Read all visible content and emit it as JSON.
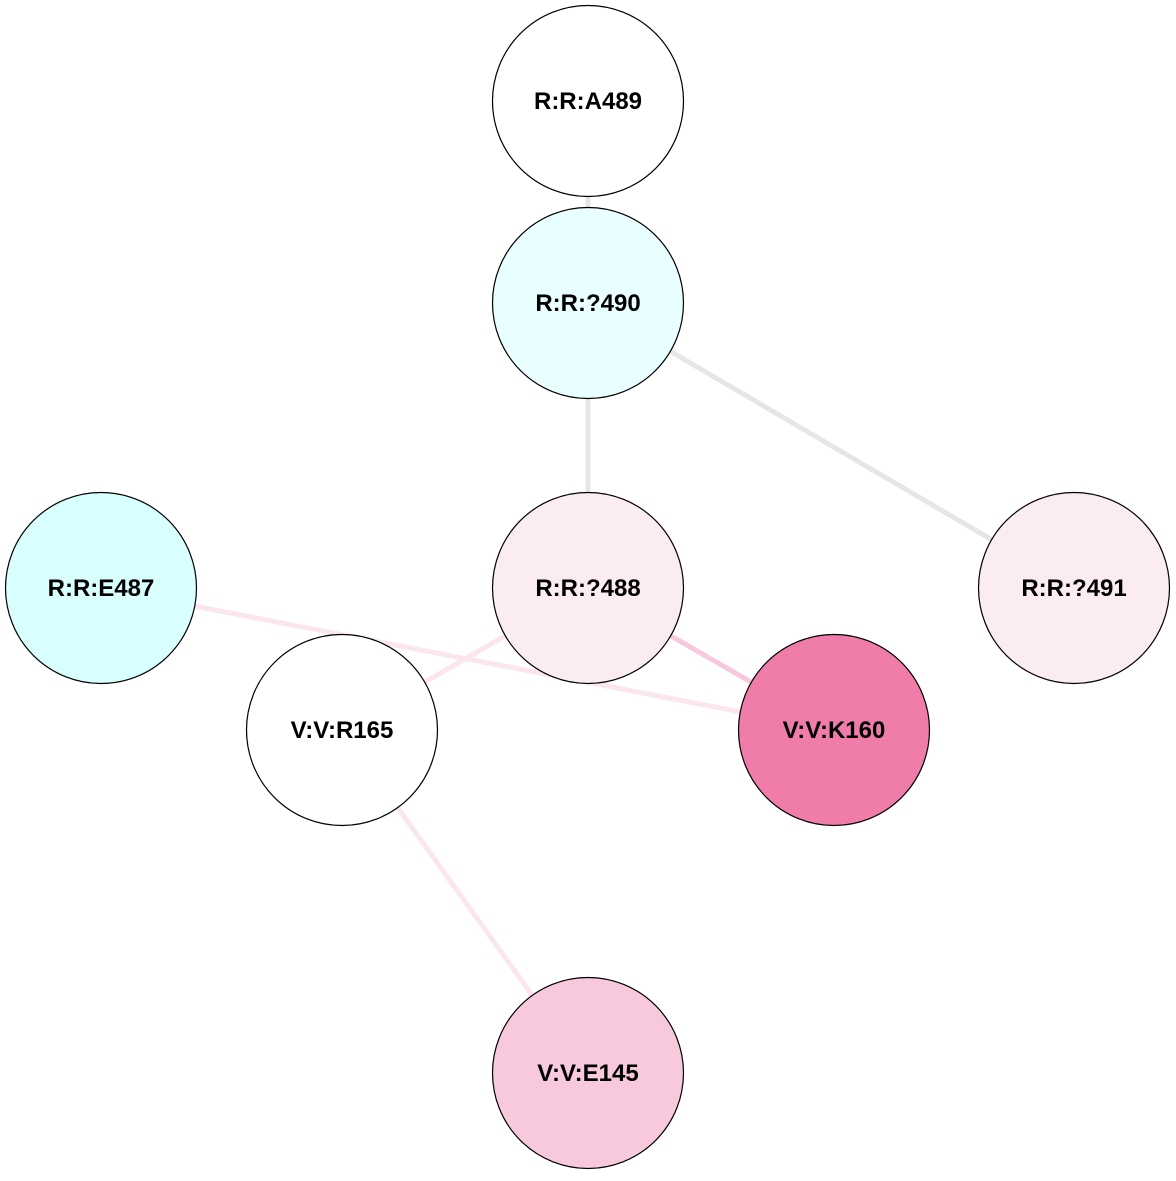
{
  "nodes": [
    {
      "id": "A489",
      "label": "R:R:A489",
      "fill": "#ffffff"
    },
    {
      "id": "Q490",
      "label": "R:R:?490",
      "fill": "#e9fefe"
    },
    {
      "id": "Q488",
      "label": "R:R:?488",
      "fill": "#fbebf3"
    },
    {
      "id": "Q491",
      "label": "R:R:?491",
      "fill": "#fbebf3"
    },
    {
      "id": "E487",
      "label": "R:R:E487",
      "fill": "#d8fefe"
    },
    {
      "id": "R165",
      "label": "V:V:R165",
      "fill": "#ffffff"
    },
    {
      "id": "K160",
      "label": "V:V:K160",
      "fill": "#f07caa"
    },
    {
      "id": "E145",
      "label": "V:V:E145",
      "fill": "#f8c8dd"
    }
  ],
  "edges": [
    {
      "source": "A489",
      "target": "Q490",
      "color": "#e6e6e6"
    },
    {
      "source": "Q490",
      "target": "Q488",
      "color": "#e6e6e6"
    },
    {
      "source": "Q490",
      "target": "Q491",
      "color": "#e6e6e6"
    },
    {
      "source": "E487",
      "target": "K160",
      "color": "#fbe6ee"
    },
    {
      "source": "Q488",
      "target": "R165",
      "color": "#fbe6ee"
    },
    {
      "source": "Q488",
      "target": "K160",
      "color": "#f8c8dd"
    },
    {
      "source": "R165",
      "target": "E145",
      "color": "#fbe6ee"
    }
  ]
}
